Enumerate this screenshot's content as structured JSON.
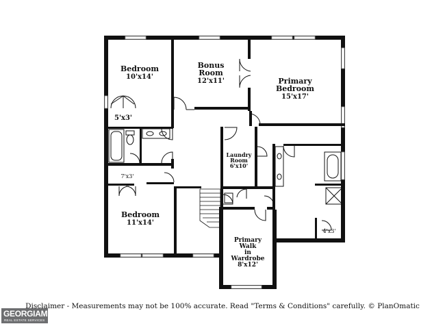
{
  "rooms": {
    "bedroom_top": {
      "name": "Bedroom",
      "dims": "10'x14'"
    },
    "bonus_room": {
      "name": "Bonus Room",
      "line1": "Bonus",
      "line2": "Room",
      "dims": "12'x11'"
    },
    "primary_bedroom": {
      "line1": "Primary",
      "line2": "Bedroom",
      "dims": "15'x17'"
    },
    "closet_top": {
      "dims": "5'x3'"
    },
    "laundry": {
      "line1": "Laundry",
      "line2": "Room",
      "dims": "6'x10'"
    },
    "closet_mid": {
      "dims": "7'x3'"
    },
    "bedroom_bottom": {
      "name": "Bedroom",
      "dims": "11'x14'"
    },
    "closet_right": {
      "dims": "4'x3'"
    },
    "primary_walk": {
      "line1": "Primary",
      "line2": "Walk",
      "line3": "in",
      "line4": "Wardrobe",
      "dims": "8'x12'"
    }
  },
  "disclaimer": "Disclaimer - Measurements may not be 100% accurate. Read \"Terms & Conditions\" carefully. © PlanOmatic",
  "logo": {
    "main": "GEORGIAMLS",
    "sub": "REAL ESTATE SERVICES"
  },
  "colors": {
    "wall": "#111111",
    "window": "#c8c8c8",
    "logo_bg": "#6d6e70"
  }
}
